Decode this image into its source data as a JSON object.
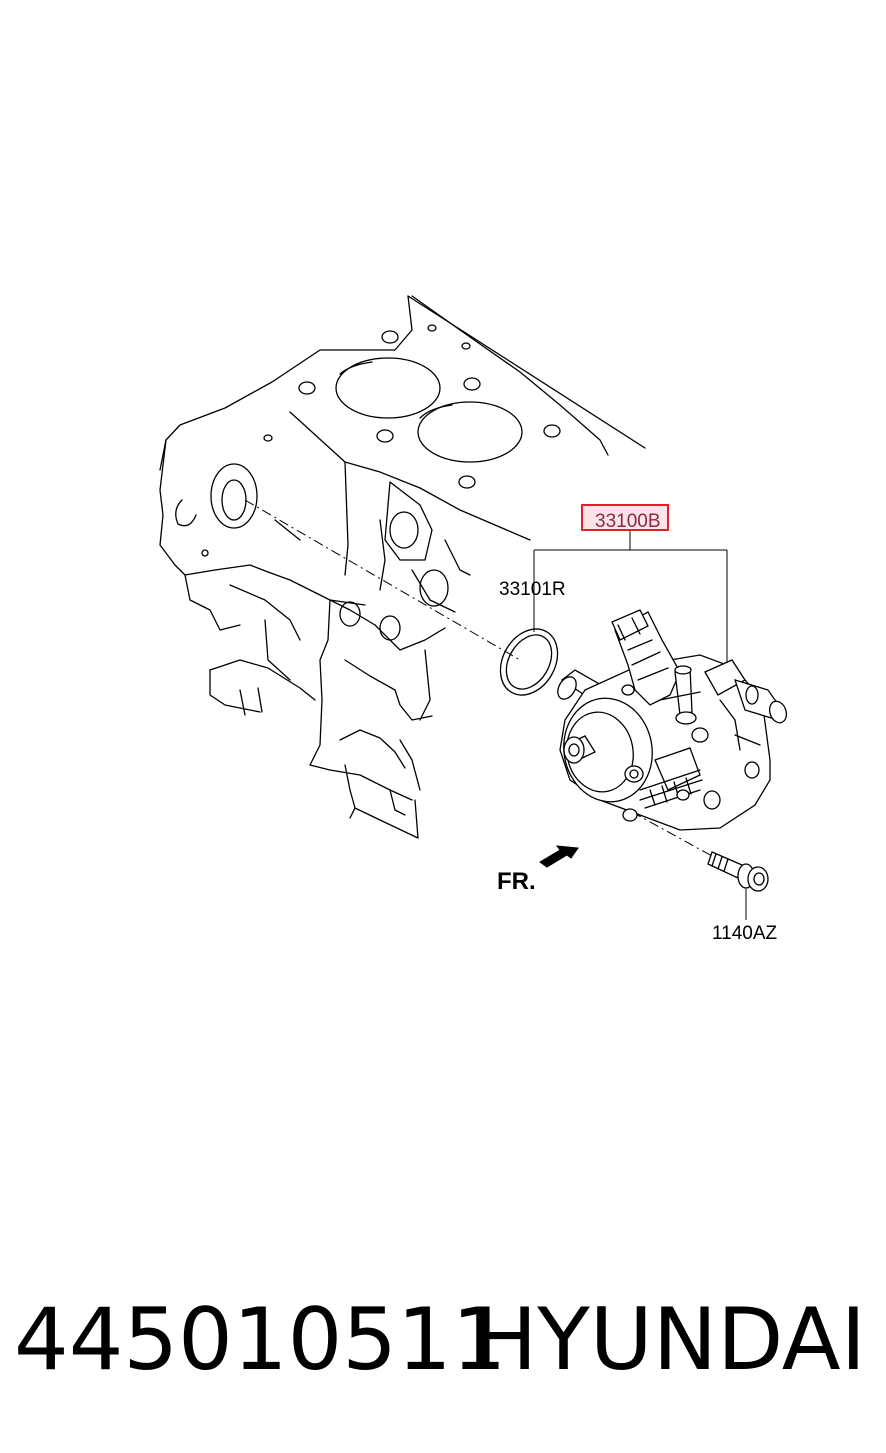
{
  "diagram": {
    "callouts": {
      "pump_assembly": "33100B",
      "o_ring": "33101R",
      "bolt": "1140AZ"
    },
    "direction_label": "FR.",
    "highlight_color": "#e0202a"
  },
  "footer": {
    "part_number": "445010511",
    "brand": "HYUNDAI"
  }
}
